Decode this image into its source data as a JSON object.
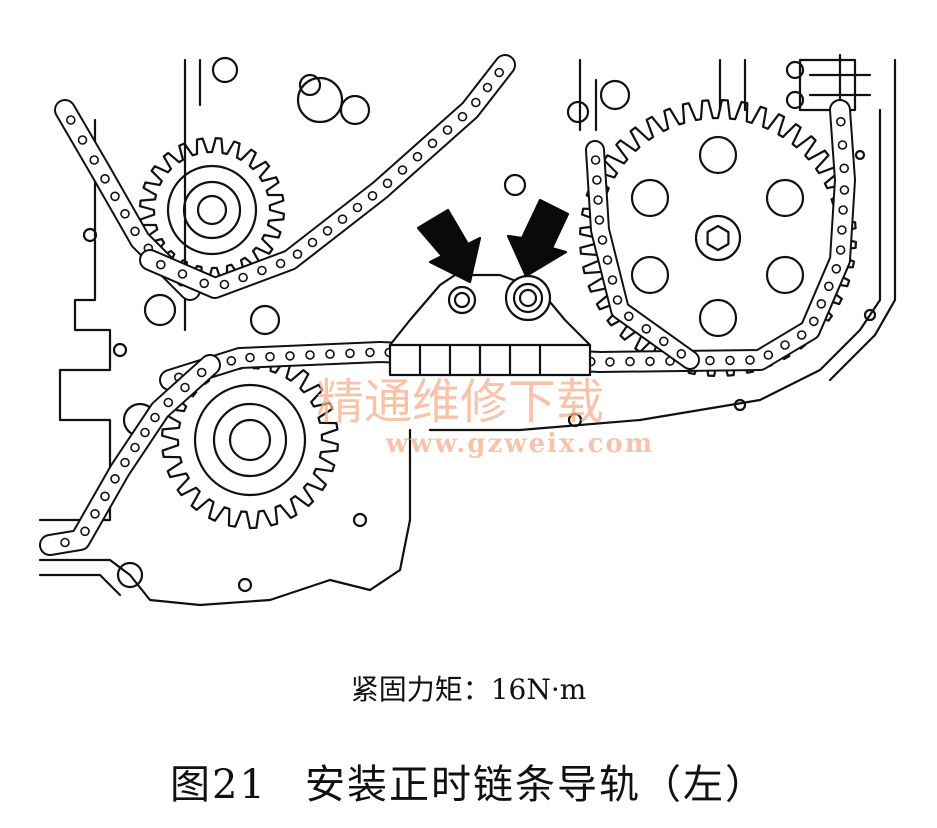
{
  "figure": {
    "torque_text": "紧固力矩：16N·m",
    "caption_number": "图21",
    "caption_title": "安装正时链条导轨（左）"
  },
  "watermark": {
    "title": "精通维修下载",
    "url": "www.gzweix.com",
    "color": "#f4b090"
  },
  "colors": {
    "line": "#111111",
    "arrow_fill": "#0a0a0a"
  }
}
